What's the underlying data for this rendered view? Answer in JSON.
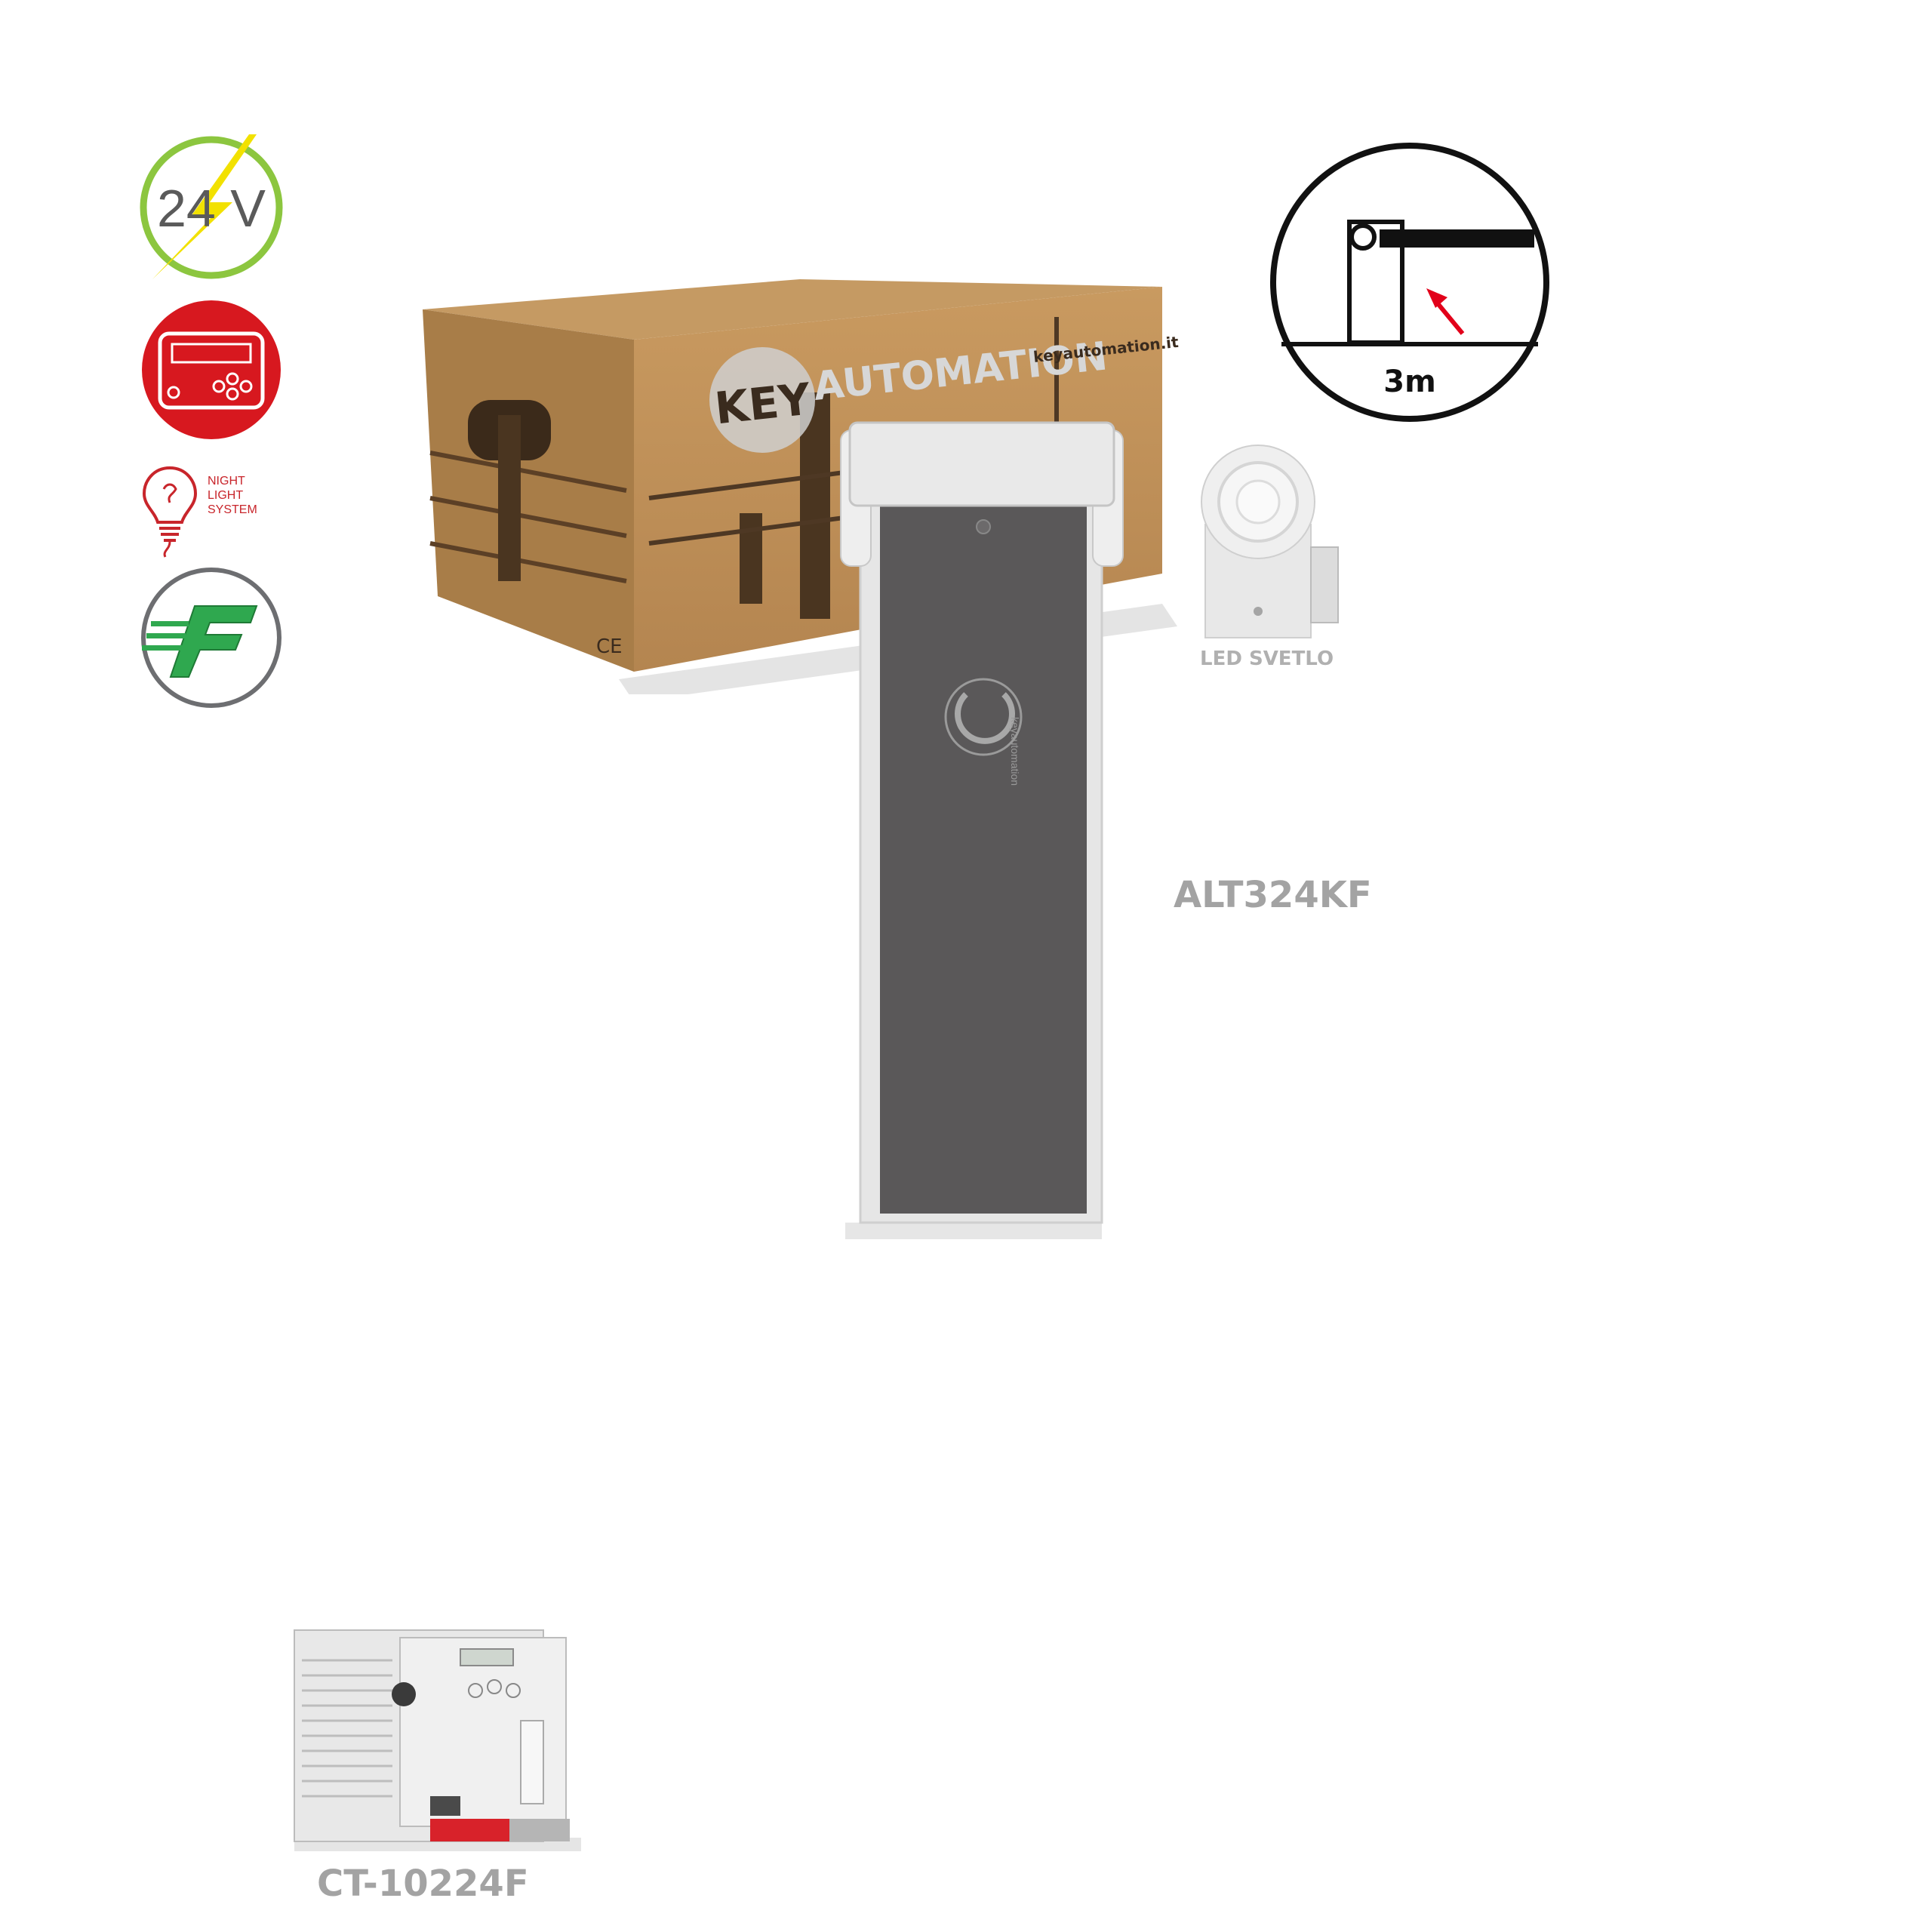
{
  "features": {
    "voltage_label": "24 V",
    "night_light_lines": [
      "NIGHT",
      "LIGHT",
      "SYSTEM"
    ],
    "fast_label": "F",
    "colors": {
      "voltage_ring": "#8cc63f",
      "bolt": "#f2e100",
      "display_red": "#d7181f",
      "fast_green": "#2fa84f",
      "fast_ring": "#6d6e71"
    }
  },
  "box": {
    "brand_key": "KEY",
    "brand_automation": "AUTOMATION",
    "website": "keyautomation.it",
    "ce_mark": "CE",
    "colors": {
      "cardboard": "#b98c55",
      "cardboard_dark": "#9c7342"
    }
  },
  "barrier": {
    "logo_text": "keyautomation",
    "colors": {
      "body_gray": "#5a5859",
      "frame": "#dcdcdc"
    }
  },
  "captions": {
    "product": "ALT324KF",
    "led": "LED SVETLO",
    "controller": "CT-10224F"
  },
  "length_diagram": {
    "label": "3m",
    "arrow_color": "#e2001a"
  }
}
